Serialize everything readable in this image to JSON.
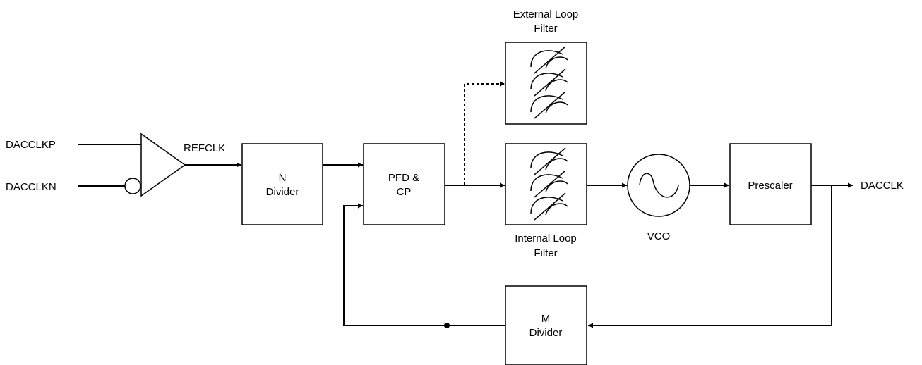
{
  "inputs": {
    "p": "DACCLKP",
    "n": "DACCLKN"
  },
  "refclk": "REFCLK",
  "n_divider": {
    "line1": "N",
    "line2": "Divider"
  },
  "pfd": {
    "line1": "PFD &",
    "line2": "CP"
  },
  "external_filter": {
    "line1": "External Loop",
    "line2": "Filter"
  },
  "internal_filter": {
    "line1": "Internal Loop",
    "line2": "Filter"
  },
  "vco": "VCO",
  "prescaler": "Prescaler",
  "output": "DACCLK",
  "m_divider": {
    "line1": "M",
    "line2": "Divider"
  }
}
